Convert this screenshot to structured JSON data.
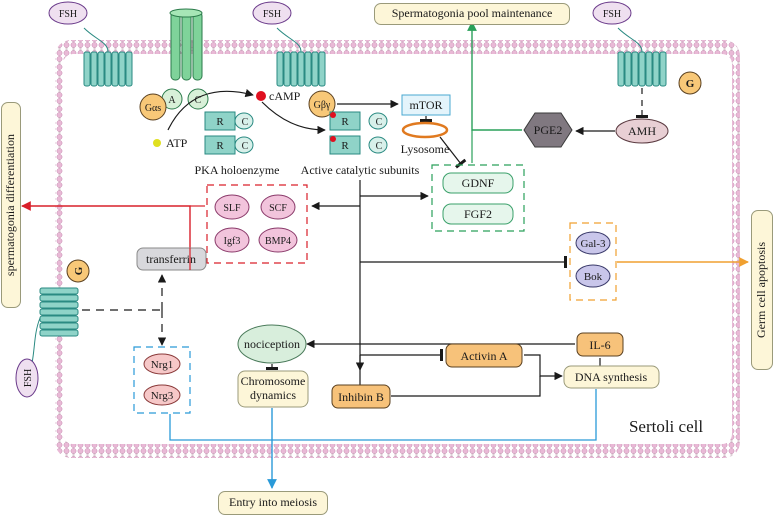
{
  "receptor_label": "FSH",
  "g_proteins": {
    "gas": "Gαs",
    "gby": "Gβγ",
    "g": "G"
  },
  "cyclase_subunits": [
    "A",
    "C"
  ],
  "molecules": {
    "atp": "ATP",
    "camp": "cAMP",
    "mtor": "mTOR",
    "lysosome": "Lysosome",
    "pge2": "PGE2",
    "amh": "AMH"
  },
  "pka": {
    "regulatory": "R",
    "catalytic": "C",
    "holoenzyme_label": "PKA holoenzyme",
    "active_label": "Active catalytic subunits"
  },
  "factors": {
    "gdnf": "GDNF",
    "fgf2": "FGF2",
    "slf": "SLF",
    "scf": "SCF",
    "igf3": "Igf3",
    "bmp4": "BMP4",
    "gal3": "Gal-3",
    "bok": "Bok",
    "il6": "IL-6",
    "activin": "Activin A",
    "inhibin": "Inhibin B",
    "transferrin": "transferrin",
    "nrg1": "Nrg1",
    "nrg3": "Nrg3"
  },
  "processes": {
    "nociception": "nociception",
    "chromosome": "Chromosome dynamics",
    "dna": "DNA synthesis"
  },
  "outcomes": {
    "pool": "Spermatogonia pool maintenance",
    "differentiation": "spermatogonia differentiation",
    "apoptosis": "Germ cell apoptosis",
    "meiosis": "Entry into meiosis"
  },
  "cell_label": "Sertoli cell",
  "colors": {
    "membrane": "#e9b9d6",
    "receptor": "#8fd3c8",
    "receptor_stroke": "#2a8a82",
    "fsh": "#efe0f0",
    "g_protein": "#f8c878",
    "pink_factor": "#f2c4dc",
    "lavender": "#c9c6ea",
    "green_arrow": "#2aa05a",
    "red_arrow": "#d9202a",
    "orange_arrow": "#f0a030",
    "blue_line": "#2a9ad8"
  }
}
